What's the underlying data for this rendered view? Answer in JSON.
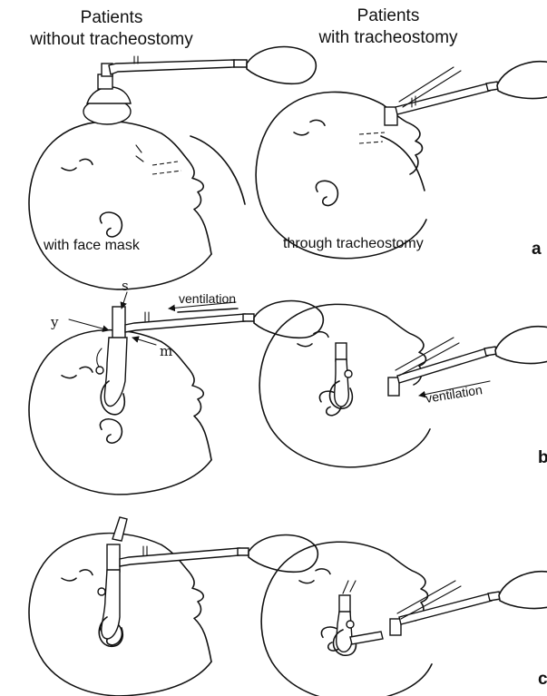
{
  "headers": {
    "left": [
      "Patients",
      "without tracheostomy"
    ],
    "right": [
      "Patients",
      "with tracheostomy"
    ]
  },
  "captions": {
    "left": "with face mask",
    "right": "through tracheostomy"
  },
  "panel_labels": [
    "a",
    "b",
    "c"
  ],
  "part_labels": {
    "s": "s",
    "y": "y",
    "m": "m",
    "ventilation_top": "ventilation",
    "ventilation_right": "ventilation"
  }
}
